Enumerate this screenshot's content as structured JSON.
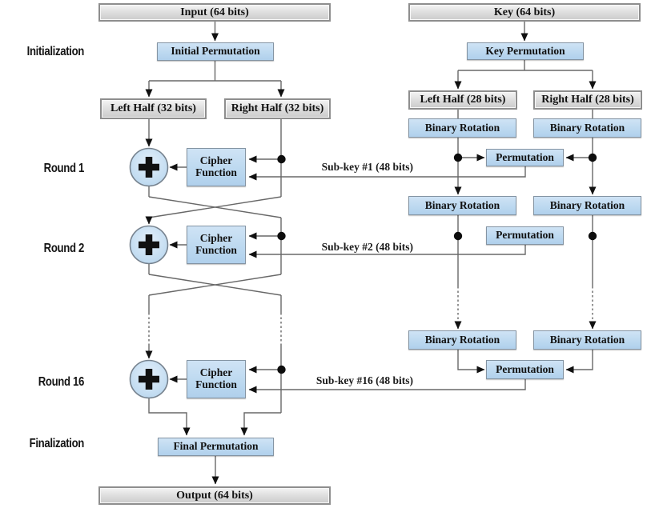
{
  "colors": {
    "box_blue": "#bdd9f0",
    "box_gray": "#d9d9d9",
    "line_gray": "#686868",
    "arrow_black": "#111111"
  },
  "stages": {
    "initialization": "Initialization",
    "round_1": "Round 1",
    "round_2": "Round 2",
    "round_16": "Round 16",
    "finalization": "Finalization"
  },
  "data_path": {
    "input": "Input (64 bits)",
    "initial_permutation": "Initial Permutation",
    "left_half": "Left Half (32 bits)",
    "right_half": "Right Half (32 bits)",
    "cipher_function": "Cipher Function",
    "final_permutation": "Final Permutation",
    "output": "Output (64 bits)"
  },
  "key_path": {
    "key": "Key (64 bits)",
    "key_permutation": "Key Permutation",
    "left_half": "Left Half (28 bits)",
    "right_half": "Right Half (28 bits)",
    "binary_rotation": "Binary Rotation",
    "permutation": "Permutation"
  },
  "subkeys": {
    "round_1": "Sub-key #1 (48 bits)",
    "round_2": "Sub-key #2 (48 bits)",
    "round_16": "Sub-key #16 (48 bits)"
  },
  "icons": {
    "xor": "circled-plus",
    "junction": "filled-dot",
    "arrow": "solid-arrowhead"
  }
}
